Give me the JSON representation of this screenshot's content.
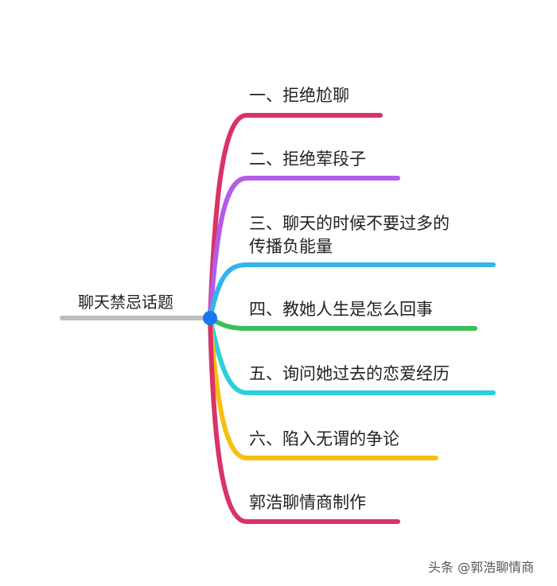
{
  "root": {
    "label": "聊天禁忌话题",
    "node_color": "#1877f2",
    "line_color": "#bdbdbd"
  },
  "branches": [
    {
      "label": "一、拒绝尬聊",
      "color": "#d93367"
    },
    {
      "label": "二、拒绝荤段子",
      "color": "#b25ce8"
    },
    {
      "label_line1": "三、聊天的时候不要过多的",
      "label_line2": "传播负能量",
      "color": "#33b5ec"
    },
    {
      "label": "四、教她人生是怎么回事",
      "color": "#3cbf5a"
    },
    {
      "label": "五、询问她过去的恋爱经历",
      "color": "#2ccfdc"
    },
    {
      "label": "六、陷入无谓的争论",
      "color": "#f5c00f"
    },
    {
      "label": "郭浩聊情商制作",
      "color": "#d93367"
    }
  ],
  "watermark": "头条 @郭浩聊情商"
}
